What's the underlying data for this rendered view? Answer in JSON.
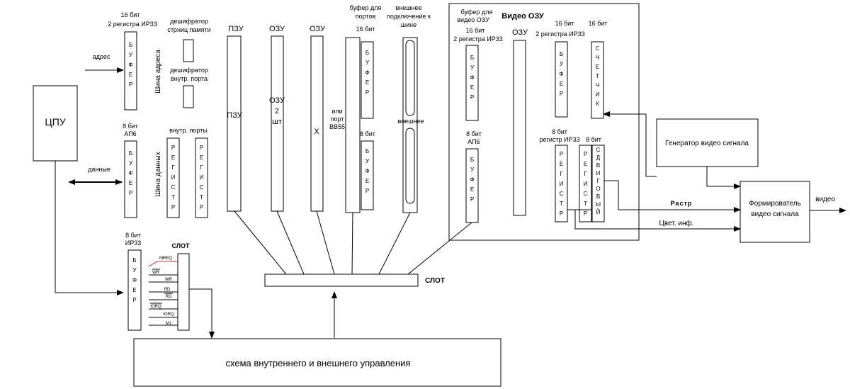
{
  "cpu": "ЦПУ",
  "address_label": "адрес",
  "data_label": "данные",
  "address_bus": "Шина адреса",
  "data_bus": "Шина данных",
  "buf1": {
    "width": "16 бит",
    "type": "2 регистра ИР33",
    "text": "БУФЕР"
  },
  "buf2": {
    "width": "8 бит",
    "type": "АП6",
    "text": "БУФЕР"
  },
  "buf3": {
    "width": "8 бит",
    "type": "ИР33",
    "text": "БУФЕР"
  },
  "decoder_pages": "дешифратор стрниц памяти",
  "decoder_port": "дешифратор внутр. порта",
  "internal_ports": "внутр. порты",
  "register_text": "РЕГИСТР",
  "rom_title": "ПЗУ",
  "rom_inner": "ПЗУ",
  "ram_title": "ОЗУ",
  "ram_inner": [
    "ОЗУ",
    "2",
    "шт"
  ],
  "ram3_title": "ОЗУ",
  "ram3_inner": "Х",
  "port_buffer_title": "буфер для портов",
  "port_16bit": "16 бит",
  "port_8bit": "8 бит",
  "port_or": [
    "или",
    "порт",
    "ВВ55"
  ],
  "ext_conn_title": "внешнее подключение к шине",
  "ext_inner": "внешнее",
  "video_section_title": "Видео ОЗУ",
  "video_buffer_title": "буфер для видео ОЗУ",
  "video_buf1": {
    "width": "16 бит",
    "type": "2 регистра ИР33"
  },
  "video_buf2": {
    "width": "8 бит",
    "type": "АП6"
  },
  "video_ram_title": "ОЗУ",
  "vbuf3": {
    "width": "16 бит",
    "type": "2 регистра ИР33",
    "text": "БУФЕР"
  },
  "counter": {
    "width": "16 бит",
    "text": "СЧЕТЧИК"
  },
  "vreg": {
    "width": "8 бит",
    "type": "регистр ИР33",
    "text": "РЕГИСТР"
  },
  "vreg2_text": "РЕГИСТР",
  "shift": {
    "width": "8 бит",
    "text": "СДВИГОВЫЙ"
  },
  "generator": "Генератор видео сигнала",
  "former": [
    "Формирователь",
    "видео сигнала"
  ],
  "raster": "Растр",
  "color_info": "Цвет. инф.",
  "video_out": "видео",
  "slot_small": "СЛОТ",
  "slot_main": "СЛОТ",
  "signals": [
    "MREQ",
    "WR",
    "WR",
    "RD",
    "RD",
    "IORQ",
    "IORQ",
    "M1"
  ],
  "control_scheme": "схема внутреннего и внешнего управления"
}
